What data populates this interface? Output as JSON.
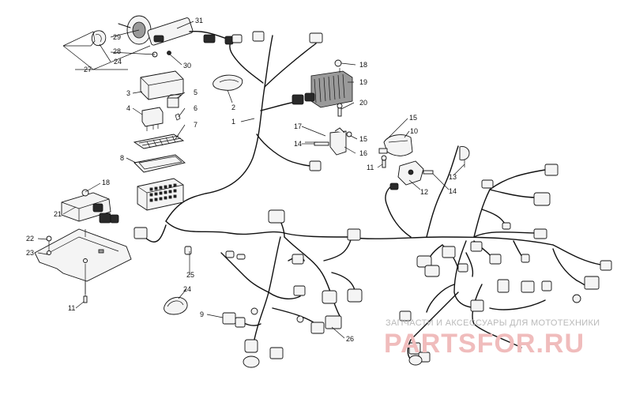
{
  "diagram": {
    "callouts": {
      "c1": "1",
      "c2": "2",
      "c3": "3",
      "c4": "4",
      "c5": "5",
      "c6": "6",
      "c7": "7",
      "c8": "8",
      "c9": "9",
      "c10": "10",
      "c11a": "11",
      "c11b": "11",
      "c12": "12",
      "c13": "13",
      "c14a": "14",
      "c14b": "14",
      "c15a": "15",
      "c15b": "15",
      "c16": "16",
      "c17": "17",
      "c18a": "18",
      "c18b": "18",
      "c19": "19",
      "c20": "20",
      "c21": "21",
      "c22": "22",
      "c23": "23",
      "c24a": "24",
      "c24b": "24",
      "c25": "25",
      "c26": "26",
      "c27": "27",
      "c28": "28",
      "c29": "29",
      "c30": "30",
      "c31": "31"
    }
  },
  "watermark": {
    "tagline": "ЗАПЧАСТИ И АКСЕССУАРЫ ДЛЯ МОТОТЕХНИКИ",
    "brand": "PARTSFOR.RU"
  },
  "colors": {
    "line": "#111111",
    "watermark_brand": "#f0bcbc",
    "watermark_tagline": "#b9b9b9"
  }
}
